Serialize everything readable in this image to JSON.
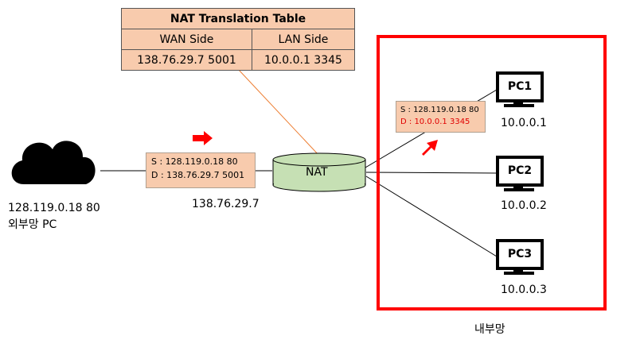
{
  "nat_table": {
    "title": "NAT Translation Table",
    "header_wan": "WAN Side",
    "header_lan": "LAN Side",
    "wan_value": "138.76.29.7 5001",
    "lan_value": "10.0.0.1 3345"
  },
  "router": {
    "label": "NAT",
    "ip": "138.76.29.7"
  },
  "external": {
    "ip_port": "128.119.0.18 80",
    "name": "외부망 PC"
  },
  "outer_packet": {
    "source": "S : 128.119.0.18 80",
    "dest": "D : 138.76.29.7 5001"
  },
  "inner_packet": {
    "source": "S : 128.119.0.18 80",
    "dest_prefix": "D : ",
    "dest_value": "10.0.0.1 3345"
  },
  "pcs": [
    {
      "name": "PC1",
      "ip": "10.0.0.1"
    },
    {
      "name": "PC2",
      "ip": "10.0.0.2"
    },
    {
      "name": "PC3",
      "ip": "10.0.0.3"
    }
  ],
  "internal_network_label": "내부망",
  "colors": {
    "packet_fill": "#f8cbad",
    "router_fill": "#c6e0b4",
    "highlight": "#ff0000"
  }
}
